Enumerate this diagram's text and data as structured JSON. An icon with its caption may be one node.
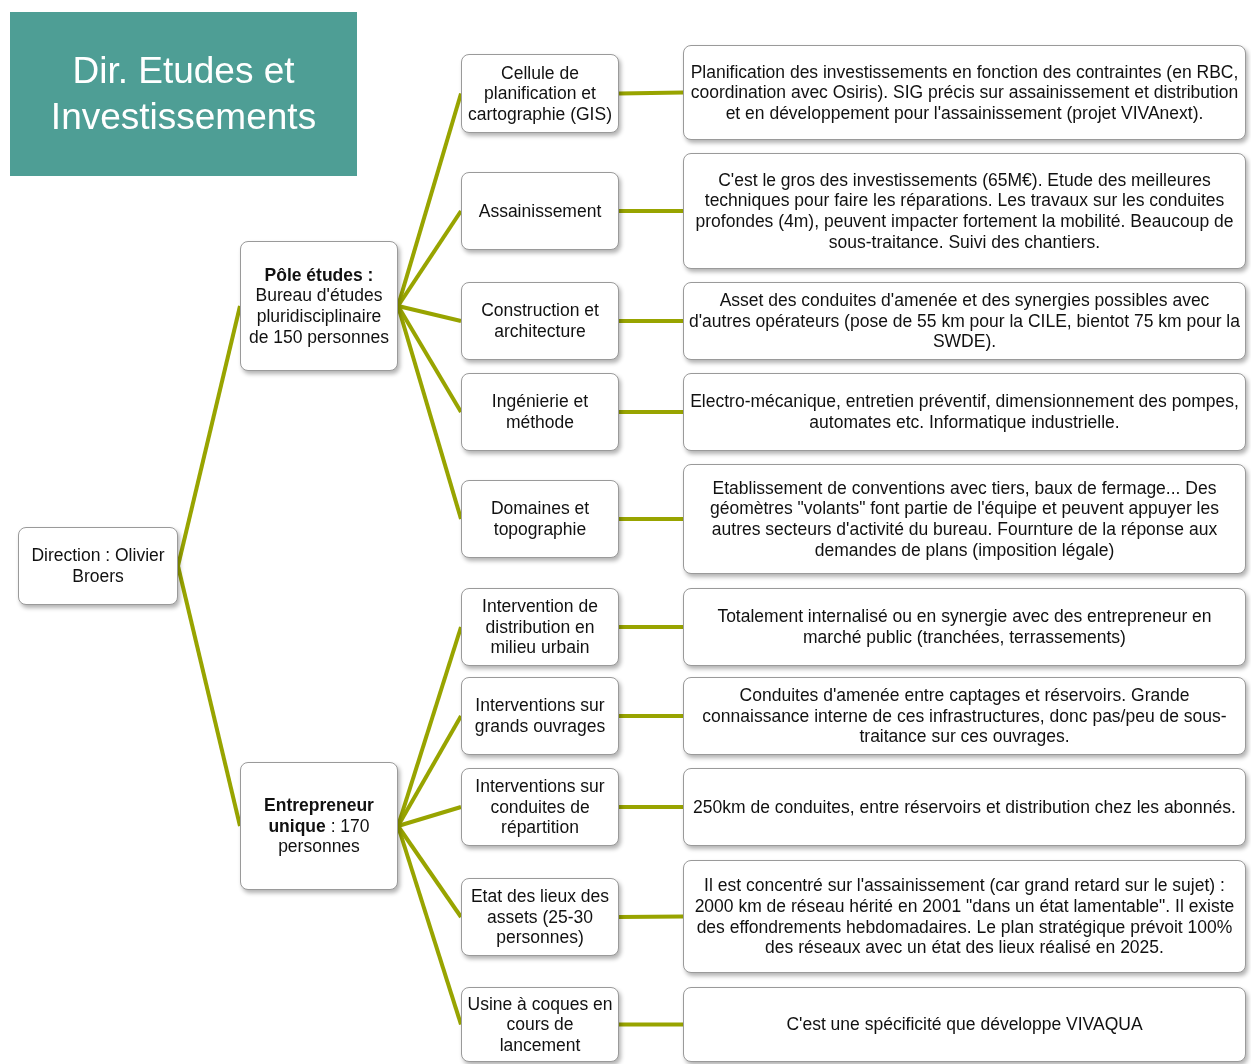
{
  "diagram": {
    "title": "Dir. Etudes et Investissements",
    "nodes": [
      {
        "text": [
          "Direction : Olivier Broers"
        ]
      },
      {
        "text": [
          "**Pôle études :** Bureau d'études pluridisciplinaire de 150 personnes"
        ]
      },
      {
        "text": [
          "**Entrepreneur unique** : 170 personnes"
        ]
      },
      {
        "text": [
          "Cellule de planification et cartographie (GIS)"
        ]
      },
      {
        "text": [
          "Assainissement"
        ]
      },
      {
        "text": [
          "Construction et architecture"
        ]
      },
      {
        "text": [
          "Ingénierie et méthode"
        ]
      },
      {
        "text": [
          "Domaines et topographie"
        ]
      },
      {
        "text": [
          "Intervention de distribution en milieu urbain"
        ]
      },
      {
        "text": [
          "Interventions sur grands ouvrages"
        ]
      },
      {
        "text": [
          "Interventions sur conduites de répartition"
        ]
      },
      {
        "text": [
          "Etat des lieux des assets (25-30 personnes)"
        ]
      },
      {
        "text": [
          "Usine à coques en cours de lancement"
        ]
      },
      {
        "text": [
          "Planification des investissements en fonction des contraintes (en RBC, coordination avec Osiris). SIG précis sur assainissement et distribution et en développement pour l'assainissement  (projet VIVAnext)."
        ]
      },
      {
        "text": [
          "C'est le gros des investissements (65M€). Etude des meilleures techniques pour faire les réparations. Les travaux sur les conduites profondes (4m), peuvent impacter fortement la mobilité. Beaucoup de sous-traitance. Suivi des chantiers."
        ]
      },
      {
        "text": [
          "Asset des conduites d'amenée et des synergies possibles avec d'autres opérateurs (pose de 55 km pour la CILE, bientot 75 km pour la SWDE)."
        ]
      },
      {
        "text": [
          "Electro-mécanique, entretien préventif, dimensionnement des pompes, automates etc. Informatique industrielle."
        ]
      },
      {
        "text": [
          "Etablissement de conventions avec tiers, baux de fermage... Des géomètres \"volants\" font partie de l'équipe et peuvent appuyer les autres secteurs d'activité du bureau. Fournture de la réponse aux demandes de plans (imposition légale)"
        ]
      },
      {
        "text": [
          "Totalement internalisé ou en synergie avec des entrepreneur en marché public (tranchées, terrassements)"
        ]
      },
      {
        "text": [
          "Conduites d'amenée entre captages et réservoirs. Grande connaissance interne de ces infrastructures, donc pas/peu de sous-traitance sur ces ouvrages."
        ]
      },
      {
        "text": [
          "250km de conduites, entre réservoirs et distribution chez les abonnés."
        ]
      },
      {
        "text": [
          "Il est concentré sur l'assainissement (car grand retard sur le sujet) : 2000 km de réseau hérité en 2001 \"dans un état lamentable\". Il existe des effondrements hebdomadaires. Le plan stratégique prévoit 100% des réseaux avec un état des lieux réalisé en 2025."
        ]
      },
      {
        "text": [
          "C'est une spécificité que développe VIVAQUA"
        ]
      }
    ],
    "edges": [
      {
        "from": 0,
        "to": 1,
        "arrow": "none"
      },
      {
        "from": 0,
        "to": 2,
        "arrow": "none"
      },
      {
        "from": 1,
        "to": 3,
        "arrow": "none"
      },
      {
        "from": 1,
        "to": 4,
        "arrow": "none"
      },
      {
        "from": 1,
        "to": 5,
        "arrow": "none"
      },
      {
        "from": 1,
        "to": 6,
        "arrow": "none"
      },
      {
        "from": 1,
        "to": 7,
        "arrow": "none"
      },
      {
        "from": 2,
        "to": 8,
        "arrow": "none"
      },
      {
        "from": 2,
        "to": 9,
        "arrow": "none"
      },
      {
        "from": 2,
        "to": 10,
        "arrow": "none"
      },
      {
        "from": 2,
        "to": 11,
        "arrow": "none"
      },
      {
        "from": 2,
        "to": 12,
        "arrow": "none"
      },
      {
        "from": 3,
        "to": 13,
        "arrow": "none"
      },
      {
        "from": 4,
        "to": 14,
        "arrow": "none"
      },
      {
        "from": 5,
        "to": 15,
        "arrow": "none"
      },
      {
        "from": 6,
        "to": 16,
        "arrow": "none"
      },
      {
        "from": 7,
        "to": 17,
        "arrow": "none"
      },
      {
        "from": 8,
        "to": 18,
        "arrow": "none"
      },
      {
        "from": 9,
        "to": 19,
        "arrow": "none"
      },
      {
        "from": 10,
        "to": 20,
        "arrow": "none"
      },
      {
        "from": 11,
        "to": 21,
        "arrow": "none"
      },
      {
        "from": 12,
        "to": 22,
        "arrow": "none"
      }
    ]
  }
}
